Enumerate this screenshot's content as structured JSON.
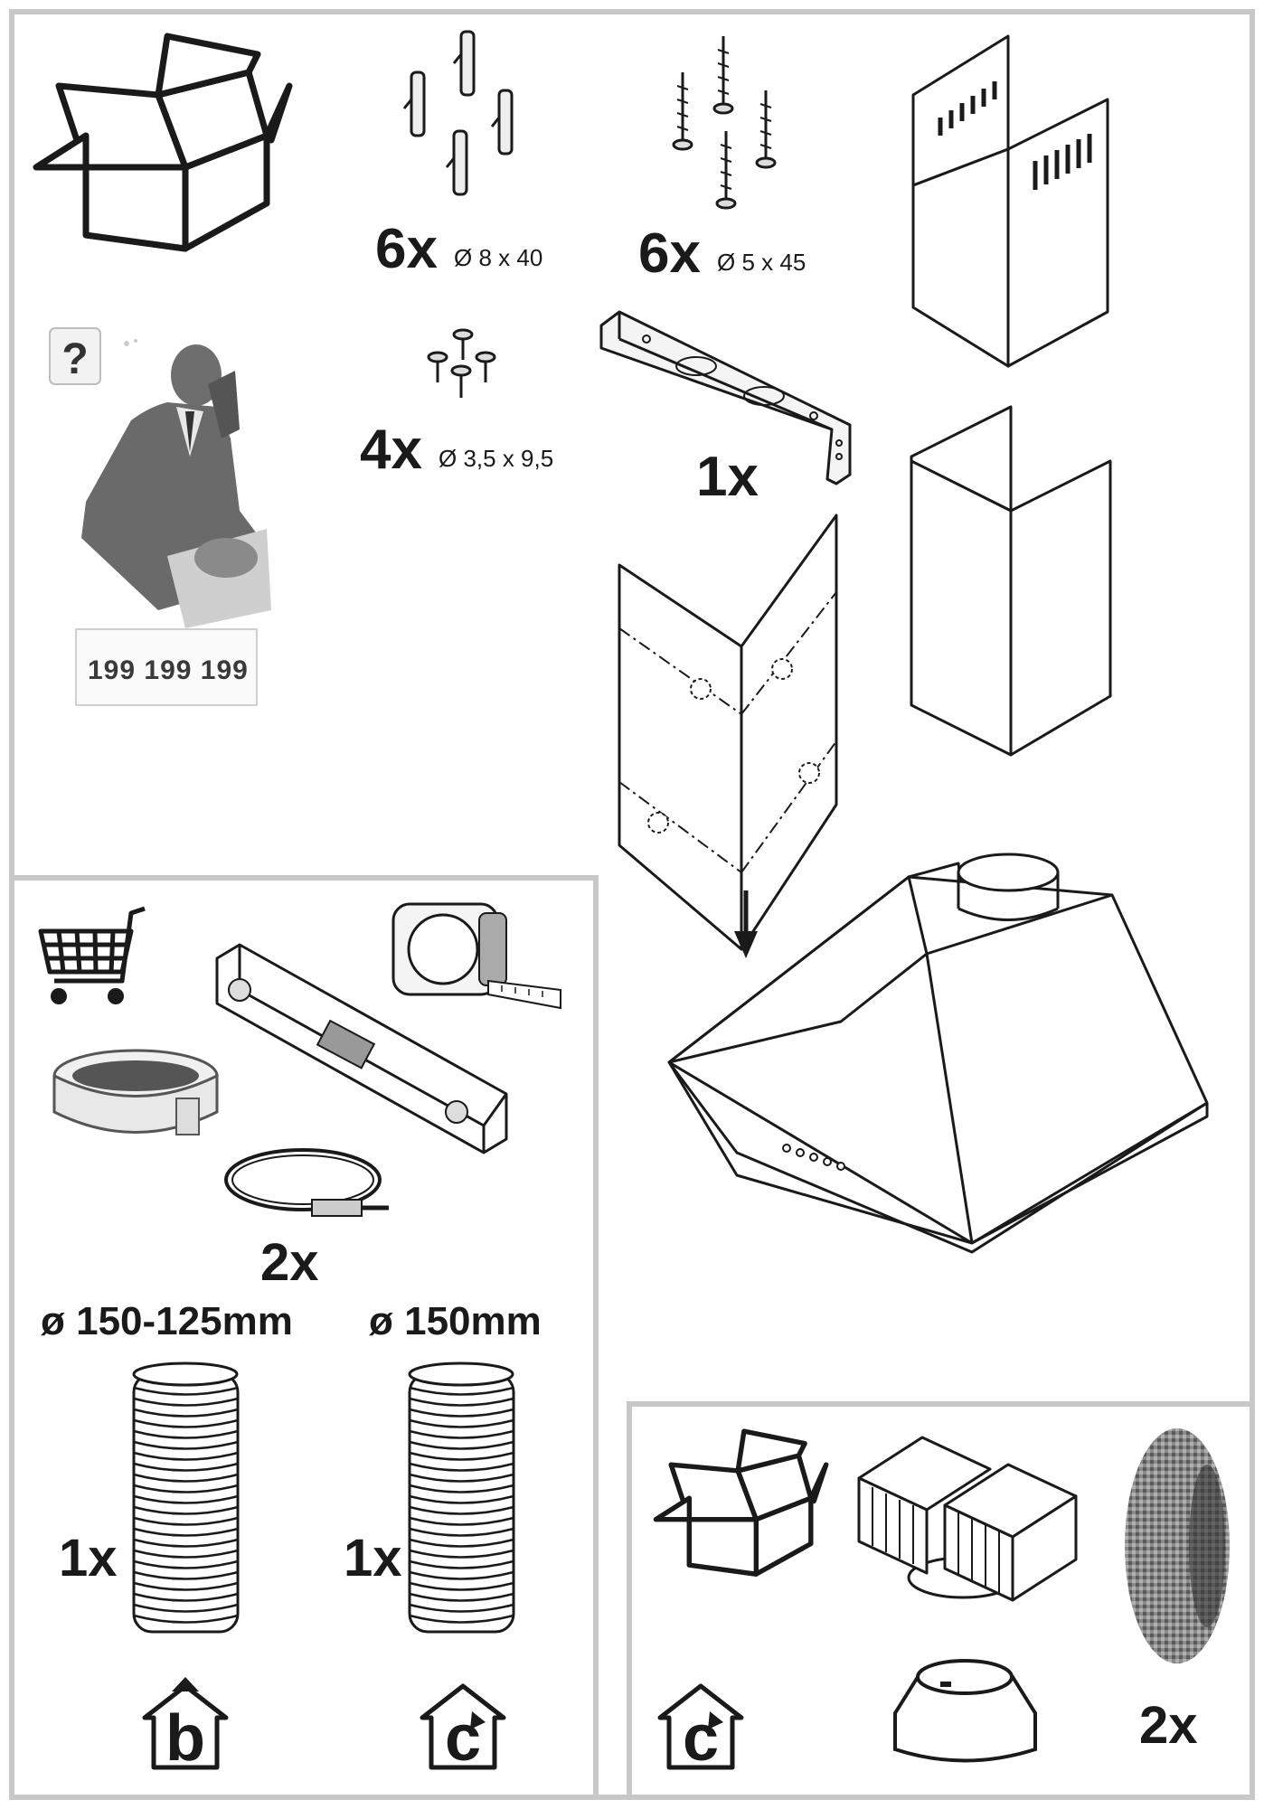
{
  "parts": {
    "wall_plugs": {
      "qty": "6x",
      "dim": "Ø 8 x 40"
    },
    "wood_screws": {
      "qty": "6x",
      "dim": "Ø 5 x 45"
    },
    "small_screws": {
      "qty": "4x",
      "dim": "Ø 3,5 x 9,5"
    },
    "bracket": {
      "qty": "1x"
    }
  },
  "service": {
    "phone": "199 199 199",
    "question_mark": "?"
  },
  "tools": {
    "clamp_qty": "2x",
    "pipe_a": {
      "label": "ø 150-125mm",
      "qty": "1x",
      "mode_letter": "b"
    },
    "pipe_b": {
      "label": "ø 150mm",
      "qty": "1x",
      "mode_letter": "c"
    }
  },
  "filter_kit": {
    "mode_letter": "c",
    "filter_qty": "2x"
  },
  "colors": {
    "frame": "#c8c8c8",
    "ink": "#1a1a1a"
  }
}
